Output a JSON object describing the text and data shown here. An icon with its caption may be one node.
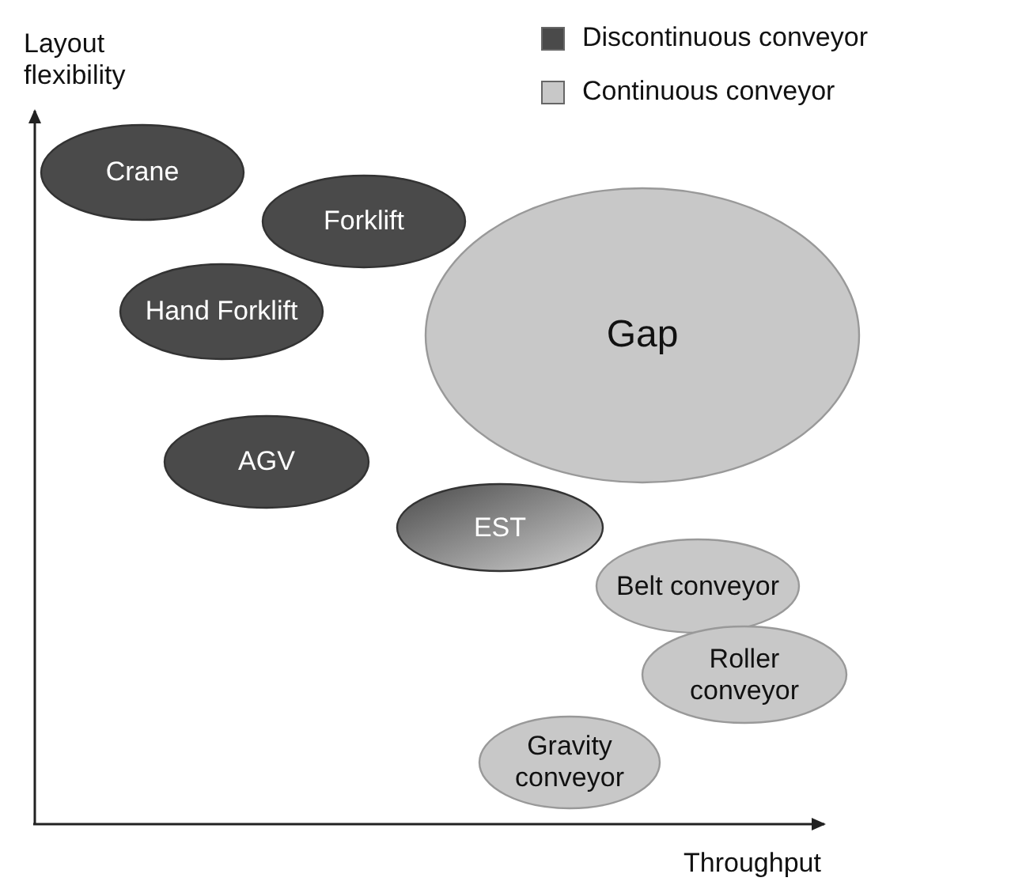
{
  "diagram": {
    "nodes": [
      {
        "text": [
          "Crane"
        ]
      },
      {
        "text": [
          "Forklift"
        ]
      },
      {
        "text": [
          "Hand Forklift"
        ]
      },
      {
        "text": [
          "Gap"
        ]
      },
      {
        "text": [
          "AGV"
        ]
      },
      {
        "text": [
          "EST"
        ]
      },
      {
        "text": [
          "Belt conveyor"
        ]
      },
      {
        "text": [
          "Roller conveyor"
        ]
      },
      {
        "text": [
          "Gravity conveyor"
        ]
      }
    ],
    "labels": [
      "Layout flexibility",
      "Throughput"
    ],
    "legend": [
      {
        "text": "Discontinuous conveyor",
        "color": "#4a4a4a"
      },
      {
        "text": "Continuous conveyor",
        "color": "#c8c8c8"
      }
    ]
  }
}
